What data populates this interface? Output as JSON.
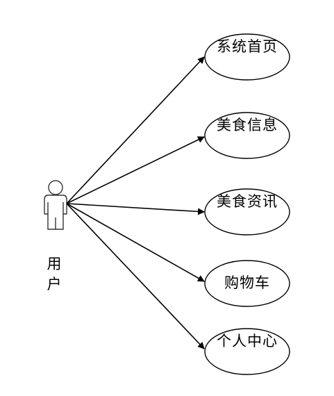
{
  "diagram": {
    "type": "use-case",
    "actor": {
      "label": "用户"
    },
    "use_cases": [
      {
        "id": "home",
        "label": "系统首页"
      },
      {
        "id": "food-info",
        "label": "美食信息"
      },
      {
        "id": "food-news",
        "label": "美食资讯"
      },
      {
        "id": "cart",
        "label": "购物车"
      },
      {
        "id": "profile",
        "label": "个人中心"
      }
    ],
    "line_color": "#000000",
    "ellipse_stroke": "#000000",
    "actor_stroke": "#333333"
  }
}
